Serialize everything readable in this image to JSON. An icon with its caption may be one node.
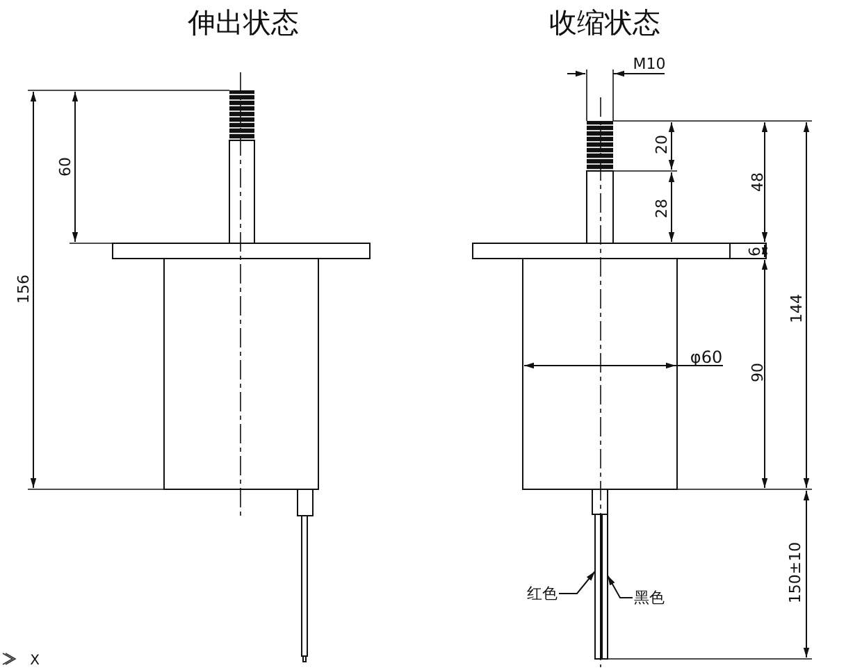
{
  "diagram": {
    "nodes": [
      {
        "text": [
          "红色"
        ]
      },
      {
        "text": [],
        "shape": "bar"
      },
      {
        "text": [
          "黑色"
        ]
      },
      {
        "text": [],
        "shape": "bar"
      }
    ],
    "edges": [
      {
        "from": 0,
        "to": 1,
        "arrow": "to"
      },
      {
        "from": 2,
        "to": 3,
        "arrow": "to"
      }
    ],
    "labels": [
      "伸出状态",
      "收缩状态",
      "M10",
      "60",
      "156",
      "20",
      "48",
      "28",
      "6",
      "144",
      "φ60",
      "90",
      "150±10",
      "X"
    ]
  }
}
